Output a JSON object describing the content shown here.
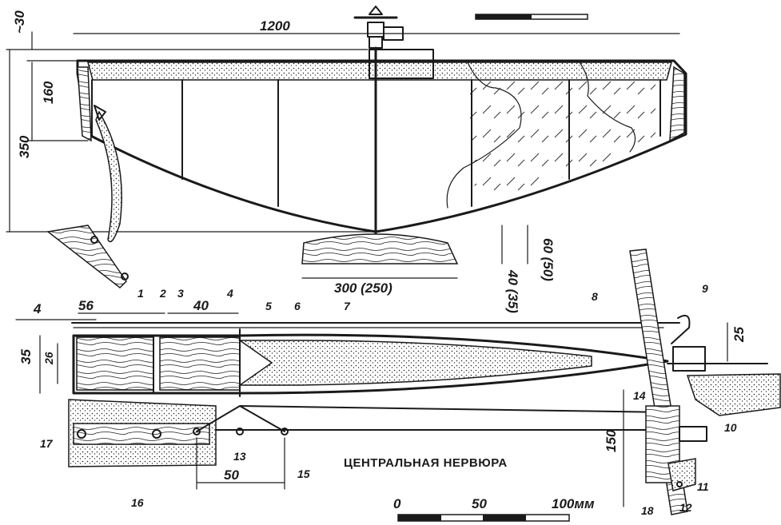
{
  "drawing": {
    "caption": "ЦЕНТРАЛЬНАЯ НЕРВЮРА",
    "scale": {
      "labels": [
        "0",
        "50",
        "100мм"
      ]
    },
    "dimensions": {
      "span": "1200",
      "pylon": "~30",
      "root_chord_top": "160",
      "total_length": "350",
      "stab_span": "300 (250)",
      "stab_chord_root": "60 (50)",
      "stab_chord_tip": "40 (35)",
      "rib_offset_a": "4",
      "rib_offset_b": "56",
      "rib_offset_c": "40",
      "rib_height": "35",
      "rib_spar": "26",
      "fin_offset": "25",
      "fin_height": "150",
      "hook_span": "50"
    },
    "callouts": [
      "1",
      "2",
      "3",
      "4",
      "5",
      "6",
      "7",
      "8",
      "9",
      "10",
      "11",
      "12",
      "13",
      "14",
      "15",
      "16",
      "17",
      "18"
    ]
  }
}
